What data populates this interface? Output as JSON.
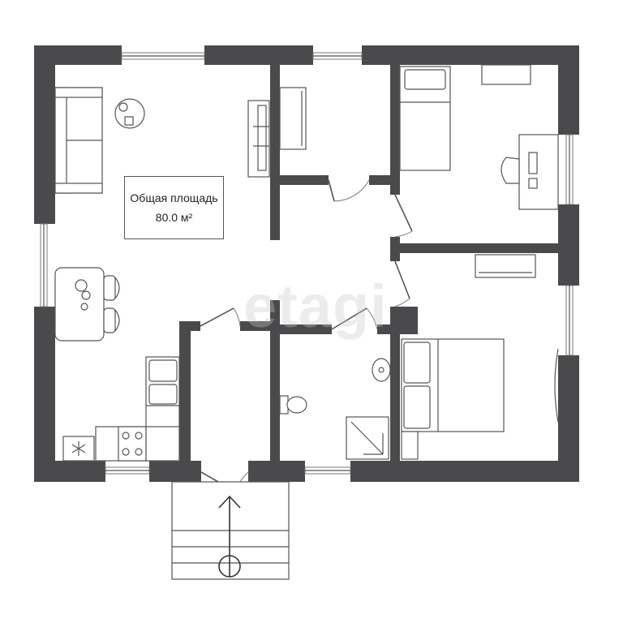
{
  "plan": {
    "total_area_label": "Общая площадь",
    "total_area_value": "80.0 м²",
    "watermark": "etagi"
  },
  "colors": {
    "wall": "#4a4a4c",
    "line": "#555555",
    "background": "#ffffff"
  },
  "icons": [
    "snowflake-icon",
    "entry-arrow-icon"
  ]
}
